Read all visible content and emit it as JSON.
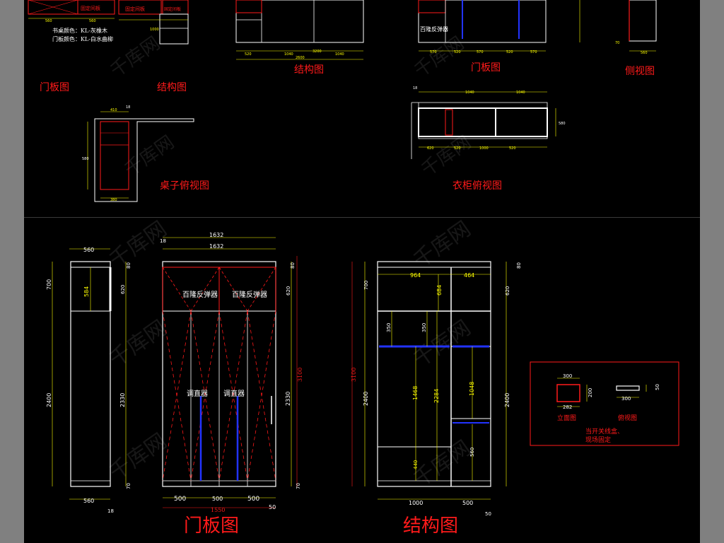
{
  "top_left_panel": {
    "title_door": "门板图",
    "title_struct": "结构图",
    "note_line1": "书桌颜色：KL-灰橡木",
    "note_line2": "门板颜色：KL-白水曲柳",
    "desk_top_title": "桌子俯视图",
    "fixed_labels": [
      "固定间板",
      "固定间板",
      "固定间板"
    ],
    "dims": [
      "410",
      "18",
      "560",
      "1000",
      "560",
      "380",
      "580",
      "520",
      "1040",
      "1040",
      "2600",
      "3200"
    ]
  },
  "top_right_panel": {
    "title_door": "门板图",
    "title_side": "侧视图",
    "title_wardrobe_top": "衣柜俯视图",
    "baiyue_label": "百隆反弹器",
    "top_dims": [
      "570",
      "520",
      "570",
      "520",
      "570"
    ],
    "plan_dims": [
      "18",
      "1040",
      "1040",
      "620",
      "520",
      "1000",
      "520"
    ],
    "plan_side": "580",
    "side_dims": [
      "70",
      "560"
    ]
  },
  "bottom_side": {
    "width_top": "560",
    "width_bottom": "560",
    "left_dims": [
      "700",
      "2400"
    ],
    "inner_dims": [
      "584"
    ],
    "right_dims": [
      "80",
      "620",
      "2330",
      "70"
    ],
    "bottom_note": "18"
  },
  "bottom_door": {
    "width_top": "1632",
    "width_top2": "1632",
    "side_note": "18",
    "label_top_left": "百隆反弹器",
    "label_top_right": "百隆反弹器",
    "label_mid_left": "调直器",
    "label_mid_right": "调直器",
    "right_dims": [
      "80",
      "620",
      "2330",
      "3100",
      "70"
    ],
    "bottom_dims": [
      "500",
      "500",
      "500"
    ],
    "bottom_total": "1550",
    "bottom_side": "50",
    "title": "门板图"
  },
  "bottom_struct": {
    "top_dims": [
      "964",
      "464"
    ],
    "left_dims": [
      "700",
      "2400",
      "3100"
    ],
    "inner_dims": [
      "684",
      "350",
      "350",
      "1468",
      "2284",
      "440",
      "1048",
      "560"
    ],
    "right_dims": [
      "80",
      "620",
      "2400"
    ],
    "bottom_dims": [
      "1000",
      "500"
    ],
    "bottom_side": "50",
    "title": "结构图"
  },
  "switch_box": {
    "elev_label": "立面图",
    "top_label": "俯视图",
    "dims": [
      "300",
      "200",
      "282",
      "300",
      "50"
    ],
    "note_line1": "当开关线盒、",
    "note_line2": "现场固定"
  },
  "watermark": "千库网",
  "colors": {
    "background": "#000000",
    "frame": "#ffffff",
    "annotation": "#ff1a1a",
    "dimension": "#ffff00",
    "rod": "#2233ff",
    "frame_outer": "#808080"
  }
}
